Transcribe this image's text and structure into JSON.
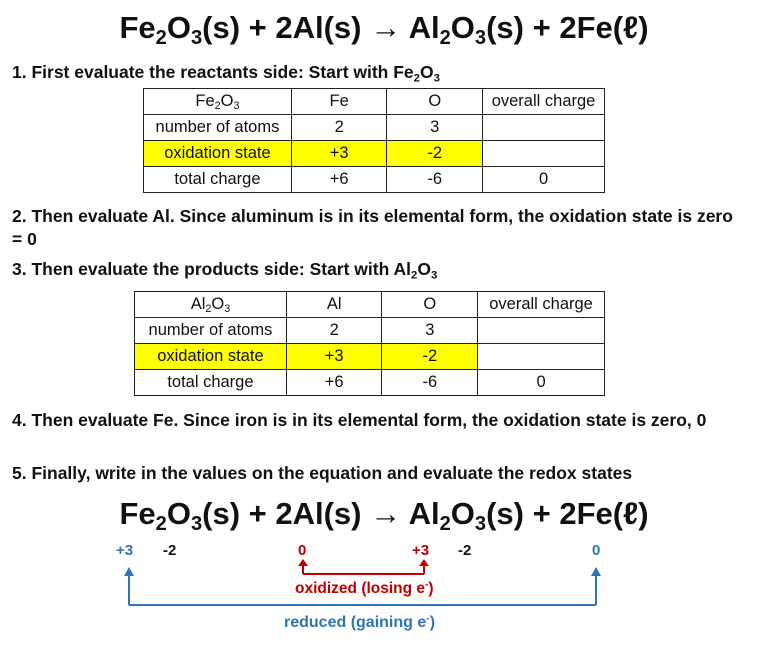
{
  "equation": {
    "fe2o3": "Fe",
    "fe2o3_sub1": "2",
    "o": "O",
    "fe2o3_sub2": "3",
    "state_s1": "(s) + 2Al(s) → ",
    "al2o3": "Al",
    "al2o3_sub1": "2",
    "al2o3_o": "O",
    "al2o3_sub2": "3",
    "state_s2": "(s) + 2Fe(ℓ)"
  },
  "steps": {
    "s1": "1. First evaluate the reactants side:  Start with Fe",
    "s1_sub1": "2",
    "s1_o": "O",
    "s1_sub2": "3",
    "s2": "2. Then evaluate Al.  Since aluminum is in its elemental form, the oxidation state is zero = 0",
    "s3": "3. Then evaluate the products side:  Start with Al",
    "s3_sub1": "2",
    "s3_o": "O",
    "s3_sub2": "3",
    "s4": "4. Then evaluate Fe.  Since iron is in its elemental form, the oxidation state is zero, 0",
    "s5": "5. Finally, write in the values on the equation and evaluate the redox states"
  },
  "table1": {
    "header": {
      "compound": "Fe",
      "compound_sub1": "2",
      "compound_o": "O",
      "compound_sub2": "3",
      "col1": "Fe",
      "col2": "O",
      "col3": "overall charge"
    },
    "rows": [
      {
        "label": "number of atoms",
        "c1": "2",
        "c2": "3",
        "c3": ""
      },
      {
        "label": "oxidation state",
        "c1": "+3",
        "c2": "-2",
        "c3": ""
      },
      {
        "label": "total charge",
        "c1": "+6",
        "c2": "-6",
        "c3": "0"
      }
    ]
  },
  "table2": {
    "header": {
      "compound": "Al",
      "compound_sub1": "2",
      "compound_o": "O",
      "compound_sub2": "3",
      "col1": "Al",
      "col2": "O",
      "col3": "overall charge"
    },
    "rows": [
      {
        "label": "number of atoms",
        "c1": "2",
        "c2": "3",
        "c3": ""
      },
      {
        "label": "oxidation state",
        "c1": "+3",
        "c2": "-2",
        "c3": ""
      },
      {
        "label": "total charge",
        "c1": "+6",
        "c2": "-6",
        "c3": "0"
      }
    ]
  },
  "annotations": {
    "fe_plus3": "+3",
    "o_minus2_left": "-2",
    "al_zero": "0",
    "al_plus3": "+3",
    "o_minus2_right": "-2",
    "fe_zero": "0",
    "oxidized": "oxidized (losing e",
    "oxidized_sup": "-",
    "oxidized_close": ")",
    "reduced": "reduced (gaining e",
    "reduced_sup": "-",
    "reduced_close": ")"
  },
  "colors": {
    "reduced": "#2e75b6",
    "oxidized": "#c00000",
    "highlight": "#ffff00"
  }
}
